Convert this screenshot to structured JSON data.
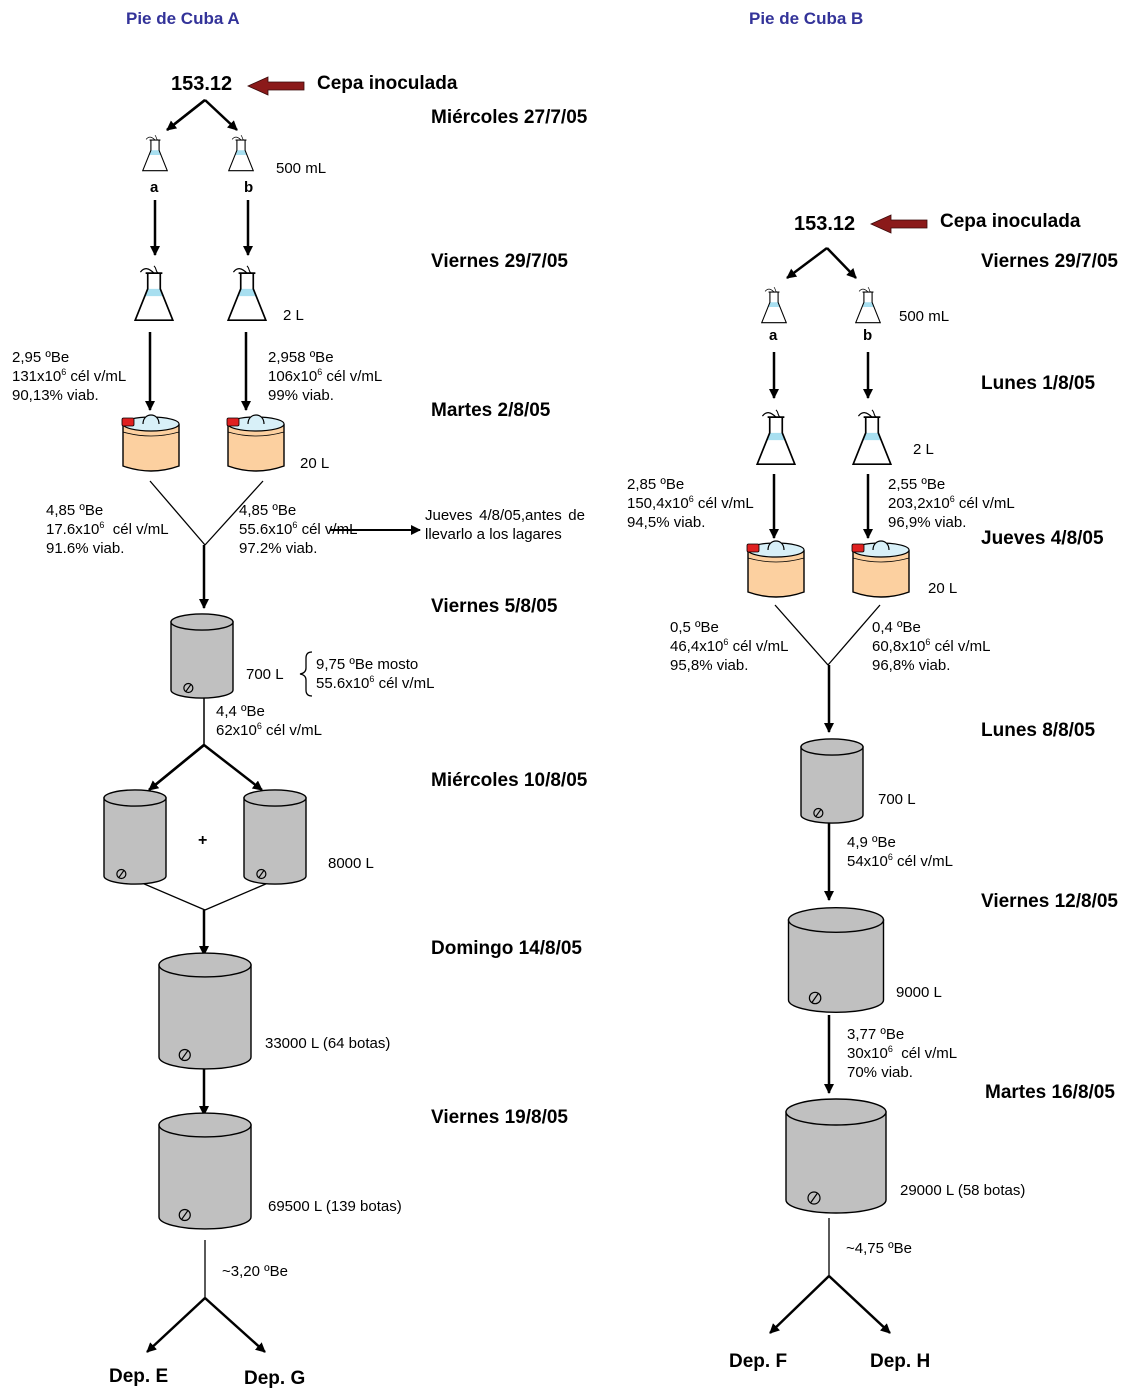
{
  "A": {
    "title": "Pie de Cuba A",
    "strain": "153.12",
    "inoculated": "Cepa inoculada",
    "dates": [
      "Miércoles 27/7/05",
      "Viernes 29/7/05",
      "Martes 2/8/05",
      "Viernes 5/8/05",
      "Miércoles 10/8/05",
      "Domingo 14/8/05",
      "Viernes 19/8/05"
    ],
    "flask_a": "a",
    "flask_b": "b",
    "vol_500": "500 mL",
    "vol_2l": "2 L",
    "vol_20l": "20 L",
    "vol_700": "700 L",
    "vol_8000": "8000 L",
    "vol_33000": "33000 L (64 botas)",
    "vol_69500": "69500 L (139 botas)",
    "plus": "+",
    "m1a_1": "2,95 ºBe",
    "m1a_2a": "131x10",
    "m1a_2b": " cél v/mL",
    "m1a_3": "90,13% viab.",
    "m1b_1": "2,958 ºBe",
    "m1b_2a": "106x10",
    "m1b_2b": " cél v/mL",
    "m1b_3": "99% viab.",
    "m2a_1": "4,85 ºBe",
    "m2a_2a": "17.6x10",
    "m2a_2b": "  cél v/mL",
    "m2a_3": "91.6% viab.",
    "m2b_1": "4,85 ºBe",
    "m2b_2a": "55.6x10",
    "m2b_2b": " cél v/mL",
    "m2b_3": "97.2% viab.",
    "side_note": "Jueves 4/8/05,antes de llevarlo a los lagares",
    "brace_1": "9,75 ºBe mosto",
    "brace_2a": "55.6x10",
    "brace_2b": " cél v/mL",
    "m3_1": "4,4 ºBe",
    "m3_2a": "62x10",
    "m3_2b": " cél v/mL",
    "final": "~3,20 ºBe",
    "dep_left": "Dep. E",
    "dep_right": "Dep. G"
  },
  "B": {
    "title": "Pie de Cuba B",
    "strain": "153.12",
    "inoculated": "Cepa inoculada",
    "dates": [
      "Viernes 29/7/05",
      "Lunes 1/8/05",
      "Jueves 4/8/05",
      "Lunes 8/8/05",
      "Viernes 12/8/05",
      "Martes 16/8/05"
    ],
    "flask_a": "a",
    "flask_b": "b",
    "vol_500": "500 mL",
    "vol_2l": "2 L",
    "vol_20l": "20 L",
    "vol_700": "700 L",
    "vol_9000": "9000 L",
    "vol_29000": "29000 L (58 botas)",
    "m1a_1": "2,85 ºBe",
    "m1a_2a": "150,4x10",
    "m1a_2b": " cél v/mL",
    "m1a_3": "94,5% viab.",
    "m1b_1": "2,55 ºBe",
    "m1b_2a": "203,2x10",
    "m1b_2b": " cél v/mL",
    "m1b_3": "96,9% viab.",
    "m2a_1": "0,5 ºBe",
    "m2a_2a": "46,4x10",
    "m2a_2b": " cél v/mL",
    "m2a_3": "95,8% viab.",
    "m2b_1": "0,4 ºBe",
    "m2b_2a": "60,8x10",
    "m2b_2b": " cél v/mL",
    "m2b_3": "96,8% viab.",
    "m3_1": "4,9 ºBe",
    "m3_2a": "54x10",
    "m3_2b": " cél v/mL",
    "m4_1": "3,77 ºBe",
    "m4_2a": "30x10",
    "m4_2b": "  cél v/mL",
    "m4_3": "70% viab.",
    "final": "~4,75 ºBe",
    "dep_left": "Dep. F",
    "dep_right": "Dep. H"
  },
  "exponent": "6",
  "colors": {
    "title": "#333399",
    "red_arrow": "#8b1a1a",
    "tank_fill": "#c0c0c0",
    "bucket_fill": "#fcd0a0",
    "bucket_lid": "#d8f0f8",
    "bucket_cap": "#e02020",
    "flask_liquid": "#a8dff0"
  },
  "icons": [
    "flask-icon",
    "bucket-icon",
    "tank-icon",
    "red-arrow-icon"
  ]
}
